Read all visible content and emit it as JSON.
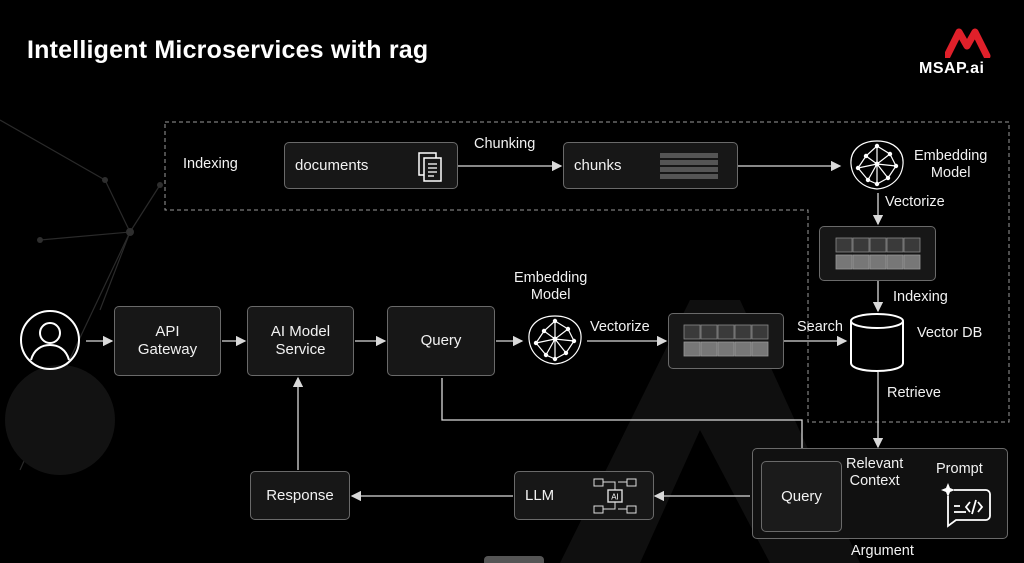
{
  "title": "Intelligent  Microservices with rag",
  "logo": {
    "text": "MSAP.ai",
    "mark_color": "#e0202a"
  },
  "colors": {
    "background": "#000000",
    "box_fill": "#171717",
    "box_border": "#6a6a6a",
    "line": "#d9d9d9"
  },
  "indexing_section": {
    "label": "Indexing",
    "documents": "documents",
    "chunking": "Chunking",
    "chunks": "chunks",
    "embedding_model": [
      "Embedding",
      "Model"
    ],
    "vectorize": "Vectorize",
    "indexing": "Indexing"
  },
  "query_flow": {
    "api_gateway": [
      "API",
      "Gateway"
    ],
    "ai_model_service": [
      "AI Model",
      "Service"
    ],
    "query": "Query",
    "embedding_model": [
      "Embedding",
      "Model"
    ],
    "vectorize": "Vectorize",
    "search": "Search",
    "vector_db": "Vector DB",
    "retrieve": "Retrieve"
  },
  "generation": {
    "relevant_context": [
      "Relevant",
      "Context"
    ],
    "prompt": "Prompt",
    "query": "Query",
    "argument": "Argument",
    "llm": "LLM",
    "ai_chip": "AI",
    "response": "Response"
  },
  "icons": [
    "user-icon",
    "document-icon",
    "neural-network-icon",
    "vector-grid-icon",
    "database-icon",
    "ai-workflow-icon",
    "prompt-code-icon"
  ]
}
